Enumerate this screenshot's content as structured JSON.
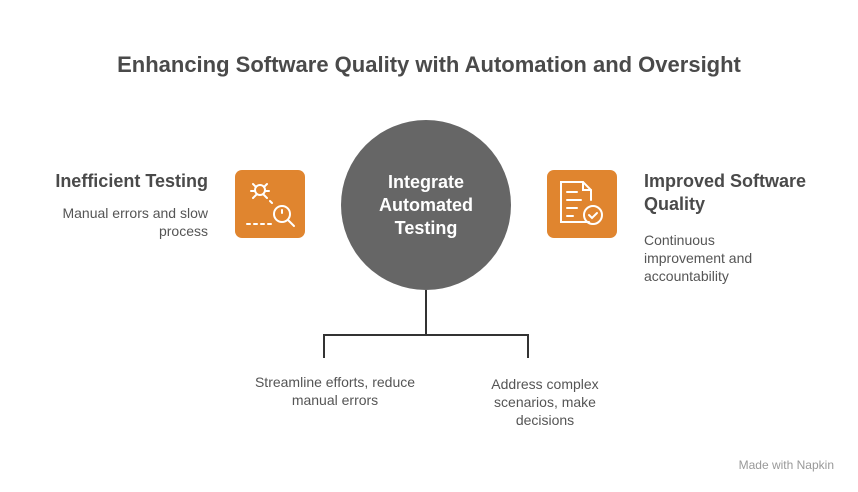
{
  "title": "Enhancing Software Quality with Automation and Oversight",
  "left": {
    "heading": "Inefficient Testing",
    "desc": "Manual errors and slow process",
    "icon": "bug-search-icon"
  },
  "center": {
    "label": "Integrate Automated Testing"
  },
  "right": {
    "heading": "Improved Software Quality",
    "desc": "Continuous improvement and accountability",
    "icon": "document-check-icon"
  },
  "branches": [
    {
      "text": "Streamline efforts, reduce manual errors"
    },
    {
      "text": "Address complex scenarios, make decisions"
    }
  ],
  "watermark": "Made with Napkin",
  "colors": {
    "accent": "#E0852F",
    "circle": "#666666"
  }
}
